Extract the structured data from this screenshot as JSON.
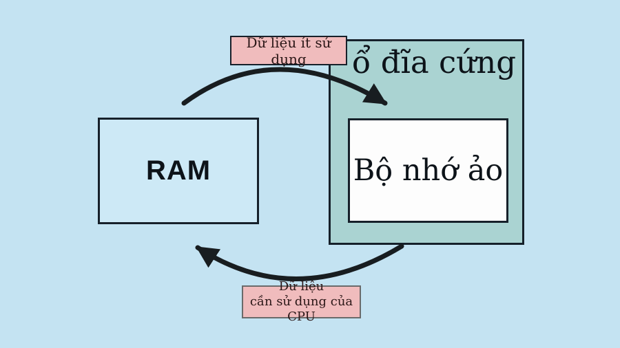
{
  "diagram": {
    "hard_drive": {
      "title": "ổ đĩa cứng"
    },
    "ram": {
      "label": "RAM"
    },
    "virtual_memory": {
      "label": "Bộ nhớ ảo"
    },
    "top_arrow": {
      "label": "Dữ liệu ít sử dụng"
    },
    "bottom_arrow": {
      "label_line1": "Dữ liệu",
      "label_line2": "cần sử dụng của CPU"
    },
    "colors": {
      "background": "#c4e3f2",
      "hard-drive-fill": "#aad3d2",
      "ram-fill": "#cde9f6",
      "virtual-memory-fill": "#fdfdfd",
      "label-fill": "#f0bcbd",
      "border": "#16202a",
      "label-border": "#6a6a6a",
      "arrow": "#181d20",
      "text": "#0d1319",
      "label-text": "#2b1717"
    }
  }
}
